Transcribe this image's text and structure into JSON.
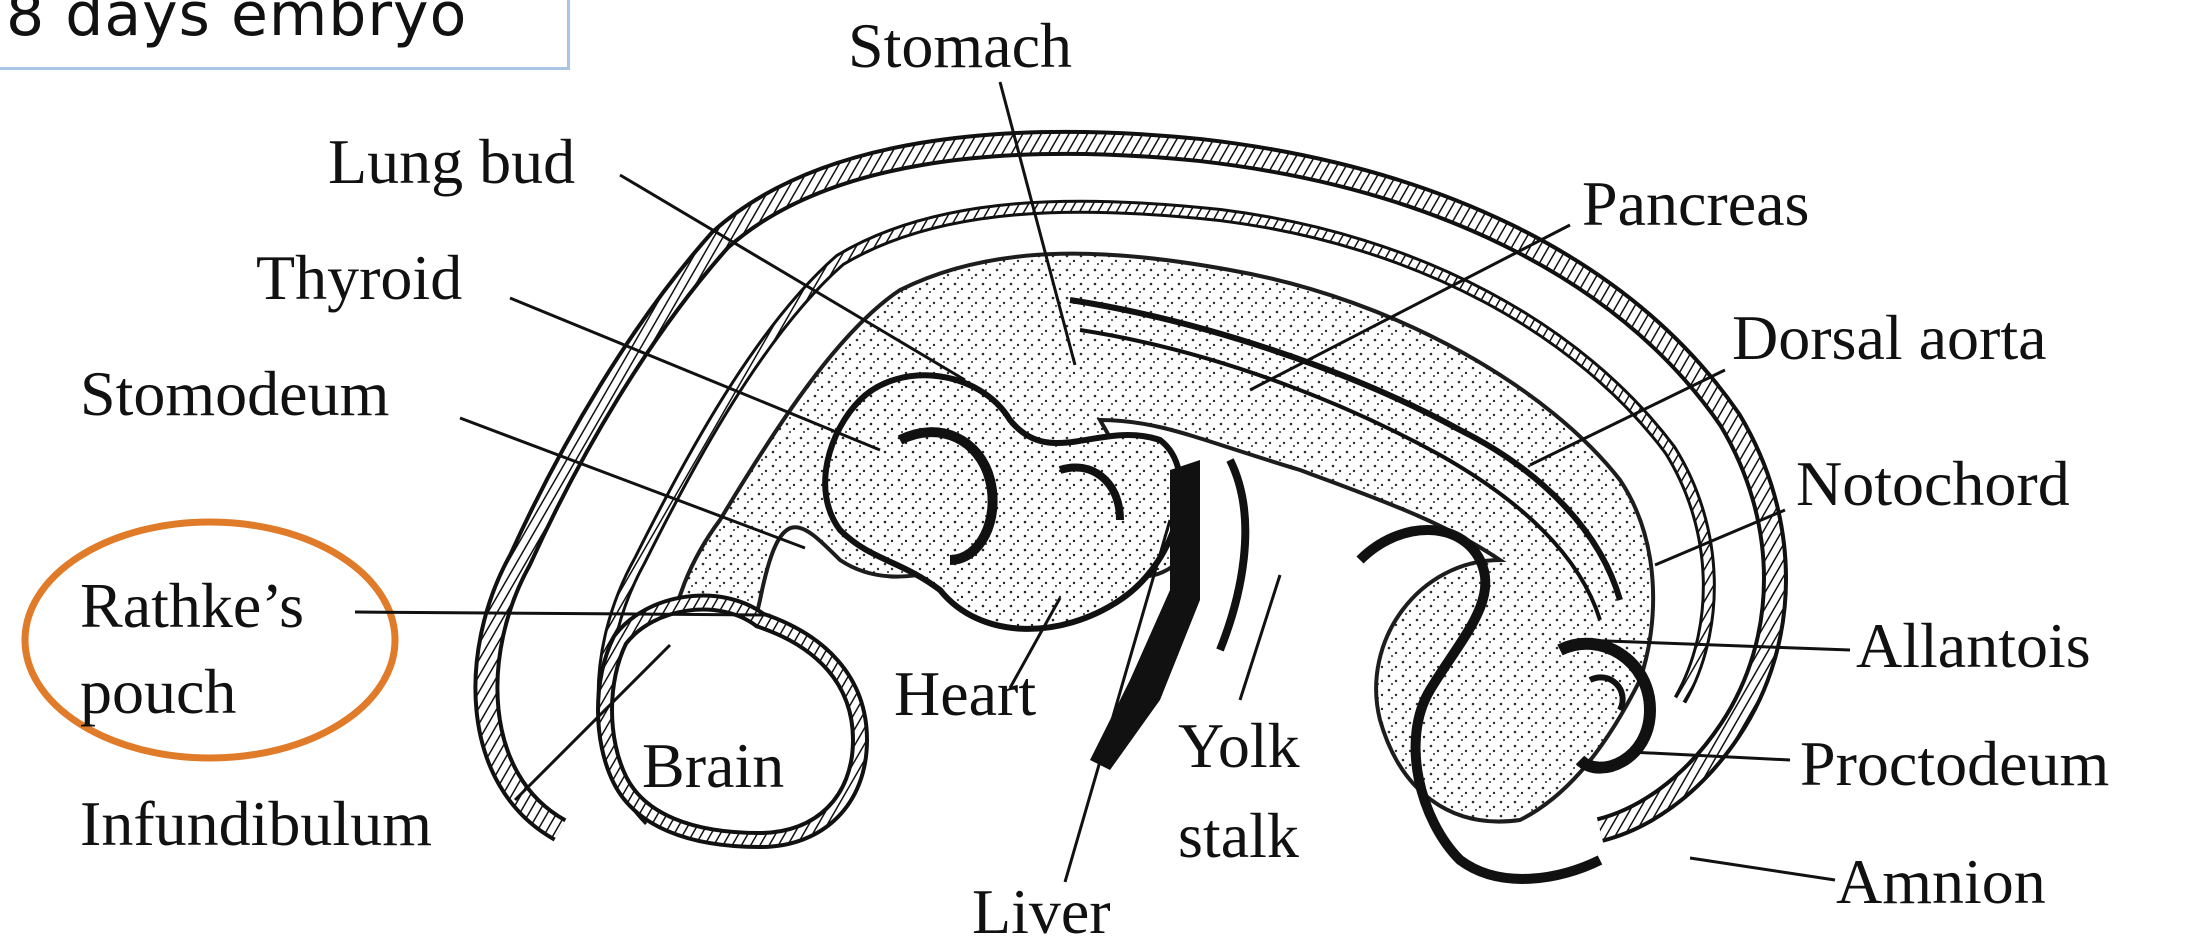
{
  "title": "8 days embryo",
  "labels": {
    "stomach": "Stomach",
    "lung_bud": "Lung bud",
    "thyroid": "Thyroid",
    "stomodeum": "Stomodeum",
    "rathkes_line1": "Rathke’s",
    "rathkes_line2": "pouch",
    "infundibulum": "Infundibulum",
    "brain": "Brain",
    "heart": "Heart",
    "liver": "Liver",
    "yolk_line1": "Yolk",
    "yolk_line2": "stalk",
    "pancreas": "Pancreas",
    "dorsal_aorta": "Dorsal aorta",
    "notochord": "Notochord",
    "allantois": "Allantois",
    "proctodeum": "Proctodeum",
    "amnion": "Amnion"
  },
  "colors": {
    "highlight_circle": "#e07b2a",
    "title_border": "#a9c4e4",
    "ink": "#111111"
  }
}
